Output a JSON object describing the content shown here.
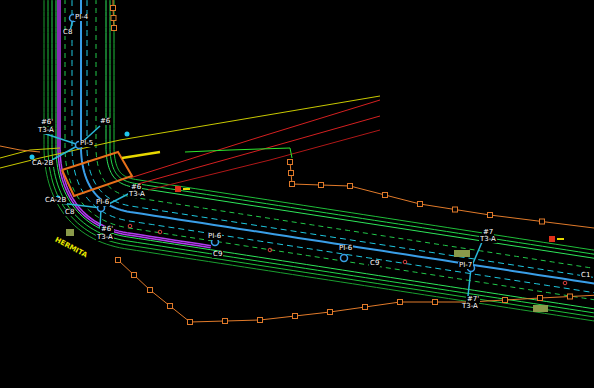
{
  "diagram": {
    "labels": [
      "PI-4",
      "C8",
      "#6'",
      "T3-A",
      "#6",
      "PI-5",
      "CA-2B",
      "#6",
      "T3-A",
      "CA-2B",
      "C8",
      "PI-6",
      "#6'",
      "T3-A",
      "HERMITA",
      "PI-6",
      "C9",
      "PI-6",
      "C9",
      "#7",
      "T3-A",
      "PI-7",
      "#7'",
      "T3-A",
      "C1"
    ]
  }
}
